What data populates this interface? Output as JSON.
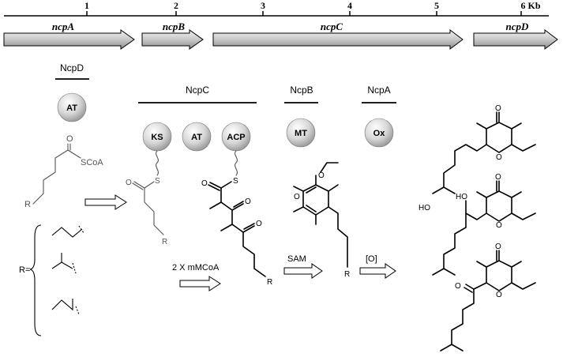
{
  "ruler": {
    "ticks": [
      {
        "label": "1"
      },
      {
        "label": "2"
      },
      {
        "label": "3"
      },
      {
        "label": "4"
      },
      {
        "label": "5"
      },
      {
        "label": "6 Kb"
      }
    ]
  },
  "genes": [
    {
      "label": "ncpA"
    },
    {
      "label": "ncpB"
    },
    {
      "label": "ncpC"
    },
    {
      "label": "ncpD"
    }
  ],
  "enzymes": {
    "ncpD": "NcpD",
    "ncpC": "NcpC",
    "ncpB": "NcpB",
    "ncpA": "NcpA"
  },
  "domains": {
    "at1": "AT",
    "ks": "KS",
    "at2": "AT",
    "acp": "ACP",
    "mt": "MT",
    "ox": "Ox"
  },
  "chem": {
    "scoa": "SCoA",
    "o": "O",
    "s": "S",
    "r": "R",
    "r_eq": "R=",
    "ho": "HO",
    "step1": "2 X  mMCoA",
    "step2": "SAM",
    "step3": "[O]"
  },
  "colors": {
    "arrow_fill_top": "#f2f2f2",
    "arrow_fill_bottom": "#8a8a8a",
    "sphere_light": "#f5f5f5",
    "sphere_dark": "#9a9a9a"
  }
}
